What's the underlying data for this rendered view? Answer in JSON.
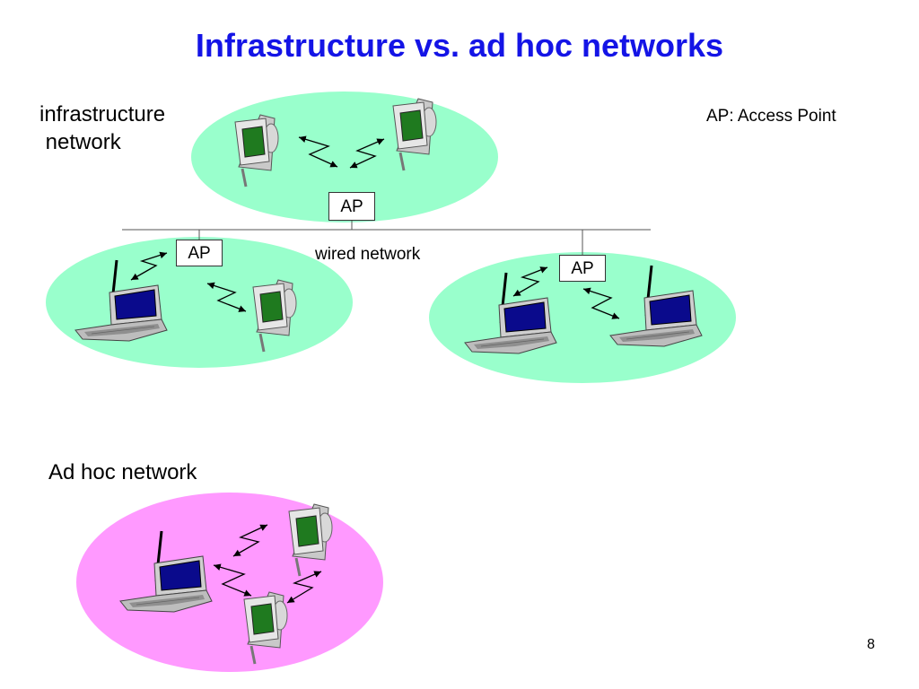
{
  "slide": {
    "title": "Infrastructure vs. ad hoc networks",
    "infrastructure_label": [
      "infrastructure",
      " network"
    ],
    "adhoc_label": "Ad hoc network",
    "legend": "AP: Access Point",
    "wired_label": "wired network",
    "ap_label": "AP",
    "page_number": "8"
  },
  "colors": {
    "title": "#1414e6",
    "infrastructure_cell": "#99ffcc",
    "adhoc_cell": "#ff99ff",
    "pda_screen": "#1f7a1f",
    "laptop_screen": "#0a0a8c"
  },
  "icons": {
    "handheld": "pda-icon",
    "laptop": "laptop-icon",
    "link": "wireless-link-icon"
  }
}
